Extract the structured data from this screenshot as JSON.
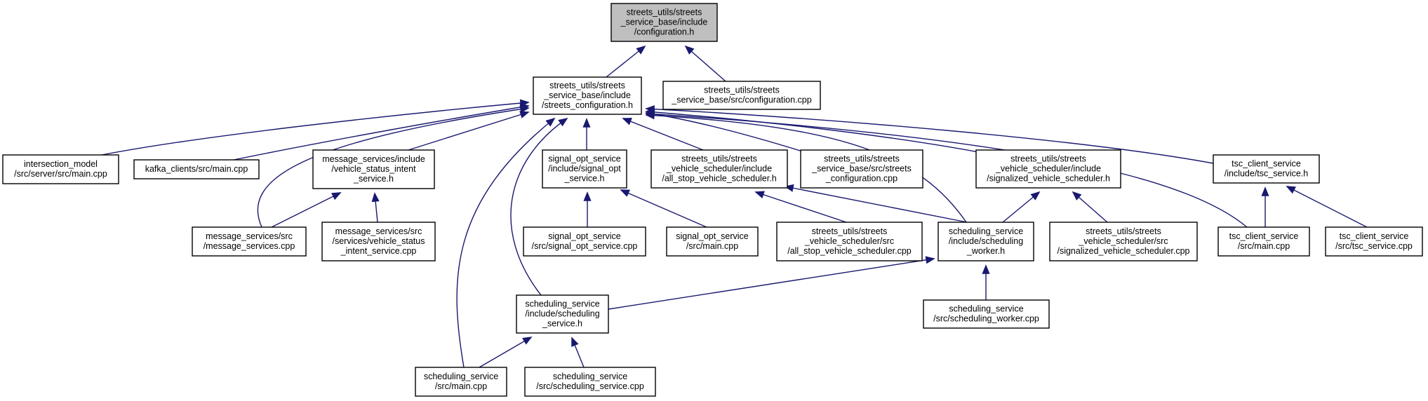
{
  "colors": {
    "edge": "#191970",
    "root_fill": "#bfbfbf",
    "node_fill": "#ffffff",
    "border": "#000000"
  },
  "nodes": [
    {
      "id": "configuration_h",
      "lines": [
        "streets_utils/streets",
        "_service_base/include",
        "/configuration.h"
      ],
      "root": true
    },
    {
      "id": "streets_configuration_h",
      "lines": [
        "streets_utils/streets",
        "_service_base/include",
        "/streets_configuration.h"
      ]
    },
    {
      "id": "configuration_cpp",
      "lines": [
        "streets_utils/streets",
        "_service_base/src/configuration.cpp"
      ]
    },
    {
      "id": "intersection_main",
      "lines": [
        "intersection_model",
        "/src/server/src/main.cpp"
      ]
    },
    {
      "id": "kafka_main",
      "lines": [
        "kafka_clients/src/main.cpp"
      ]
    },
    {
      "id": "vsi_service_h",
      "lines": [
        "message_services/include",
        "/vehicle_status_intent",
        "_service.h"
      ]
    },
    {
      "id": "signal_opt_service_h",
      "lines": [
        "signal_opt_service",
        "/include/signal_opt",
        "_service.h"
      ]
    },
    {
      "id": "all_stop_scheduler_h",
      "lines": [
        "streets_utils/streets",
        "_vehicle_scheduler/include",
        "/all_stop_vehicle_scheduler.h"
      ]
    },
    {
      "id": "streets_configuration_cpp",
      "lines": [
        "streets_utils/streets",
        "_service_base/src/streets",
        "_configuration.cpp"
      ]
    },
    {
      "id": "signalized_scheduler_h",
      "lines": [
        "streets_utils/streets",
        "_vehicle_scheduler/include",
        "/signalized_vehicle_scheduler.h"
      ]
    },
    {
      "id": "tsc_service_h",
      "lines": [
        "tsc_client_service",
        "/include/tsc_service.h"
      ]
    },
    {
      "id": "message_services_cpp",
      "lines": [
        "message_services/src",
        "/message_services.cpp"
      ]
    },
    {
      "id": "vsi_service_cpp",
      "lines": [
        "message_services/src",
        "/services/vehicle_status",
        "_intent_service.cpp"
      ]
    },
    {
      "id": "signal_opt_service_cpp",
      "lines": [
        "signal_opt_service",
        "/src/signal_opt_service.cpp"
      ]
    },
    {
      "id": "signal_opt_main",
      "lines": [
        "signal_opt_service",
        "/src/main.cpp"
      ]
    },
    {
      "id": "all_stop_scheduler_cpp",
      "lines": [
        "streets_utils/streets",
        "_vehicle_scheduler/src",
        "/all_stop_vehicle_scheduler.cpp"
      ]
    },
    {
      "id": "scheduling_worker_h",
      "lines": [
        "scheduling_service",
        "/include/scheduling",
        "_worker.h"
      ]
    },
    {
      "id": "signalized_scheduler_cpp",
      "lines": [
        "streets_utils/streets",
        "_vehicle_scheduler/src",
        "/signalized_vehicle_scheduler.cpp"
      ]
    },
    {
      "id": "tsc_main",
      "lines": [
        "tsc_client_service",
        "/src/main.cpp"
      ]
    },
    {
      "id": "tsc_service_cpp",
      "lines": [
        "tsc_client_service",
        "/src/tsc_service.cpp"
      ]
    },
    {
      "id": "scheduling_service_h",
      "lines": [
        "scheduling_service",
        "/include/scheduling",
        "_service.h"
      ]
    },
    {
      "id": "scheduling_worker_cpp",
      "lines": [
        "scheduling_service",
        "/src/scheduling_worker.cpp"
      ]
    },
    {
      "id": "scheduling_main",
      "lines": [
        "scheduling_service",
        "/src/main.cpp"
      ]
    },
    {
      "id": "scheduling_service_cpp",
      "lines": [
        "scheduling_service",
        "/src/scheduling_service.cpp"
      ]
    }
  ],
  "edges": [
    {
      "from": "streets_configuration_h",
      "to": "configuration_h"
    },
    {
      "from": "configuration_cpp",
      "to": "configuration_h"
    },
    {
      "from": "intersection_main",
      "to": "streets_configuration_h"
    },
    {
      "from": "kafka_main",
      "to": "streets_configuration_h"
    },
    {
      "from": "vsi_service_h",
      "to": "streets_configuration_h"
    },
    {
      "from": "message_services_cpp",
      "to": "streets_configuration_h"
    },
    {
      "from": "scheduling_main",
      "to": "streets_configuration_h"
    },
    {
      "from": "scheduling_service_h",
      "to": "streets_configuration_h"
    },
    {
      "from": "signal_opt_service_h",
      "to": "streets_configuration_h"
    },
    {
      "from": "all_stop_scheduler_h",
      "to": "streets_configuration_h"
    },
    {
      "from": "streets_configuration_cpp",
      "to": "streets_configuration_h"
    },
    {
      "from": "scheduling_worker_h",
      "to": "streets_configuration_h"
    },
    {
      "from": "signalized_scheduler_h",
      "to": "streets_configuration_h"
    },
    {
      "from": "tsc_main",
      "to": "streets_configuration_h"
    },
    {
      "from": "tsc_service_h",
      "to": "streets_configuration_h"
    },
    {
      "from": "message_services_cpp",
      "to": "vsi_service_h"
    },
    {
      "from": "vsi_service_cpp",
      "to": "vsi_service_h"
    },
    {
      "from": "signal_opt_service_cpp",
      "to": "signal_opt_service_h"
    },
    {
      "from": "signal_opt_main",
      "to": "signal_opt_service_h"
    },
    {
      "from": "all_stop_scheduler_cpp",
      "to": "all_stop_scheduler_h"
    },
    {
      "from": "scheduling_worker_h",
      "to": "all_stop_scheduler_h"
    },
    {
      "from": "scheduling_worker_h",
      "to": "signalized_scheduler_h"
    },
    {
      "from": "signalized_scheduler_cpp",
      "to": "signalized_scheduler_h"
    },
    {
      "from": "tsc_main",
      "to": "tsc_service_h"
    },
    {
      "from": "tsc_service_cpp",
      "to": "tsc_service_h"
    },
    {
      "from": "scheduling_service_h",
      "to": "scheduling_worker_h"
    },
    {
      "from": "scheduling_worker_cpp",
      "to": "scheduling_worker_h"
    },
    {
      "from": "scheduling_main",
      "to": "scheduling_service_h"
    },
    {
      "from": "scheduling_service_cpp",
      "to": "scheduling_service_h"
    }
  ]
}
